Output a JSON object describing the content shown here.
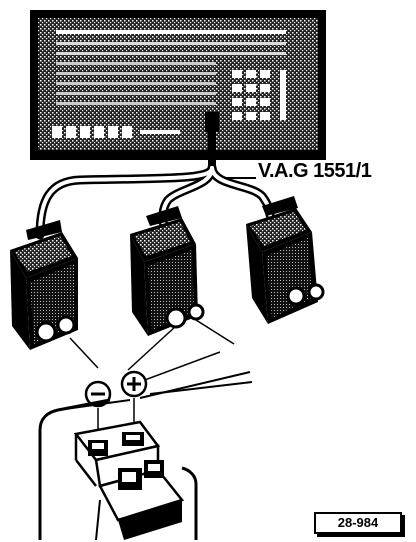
{
  "illustration": {
    "device_label": "V.A.G 1551/1",
    "figure_number": "28-984",
    "clips": [
      {
        "name": "negative-clip",
        "symbol": "minus"
      },
      {
        "name": "positive-clip",
        "symbol": "plus"
      },
      {
        "name": "third-connector",
        "symbol": ""
      }
    ],
    "colors": {
      "ink": "#000000",
      "paper": "#ffffff"
    }
  }
}
